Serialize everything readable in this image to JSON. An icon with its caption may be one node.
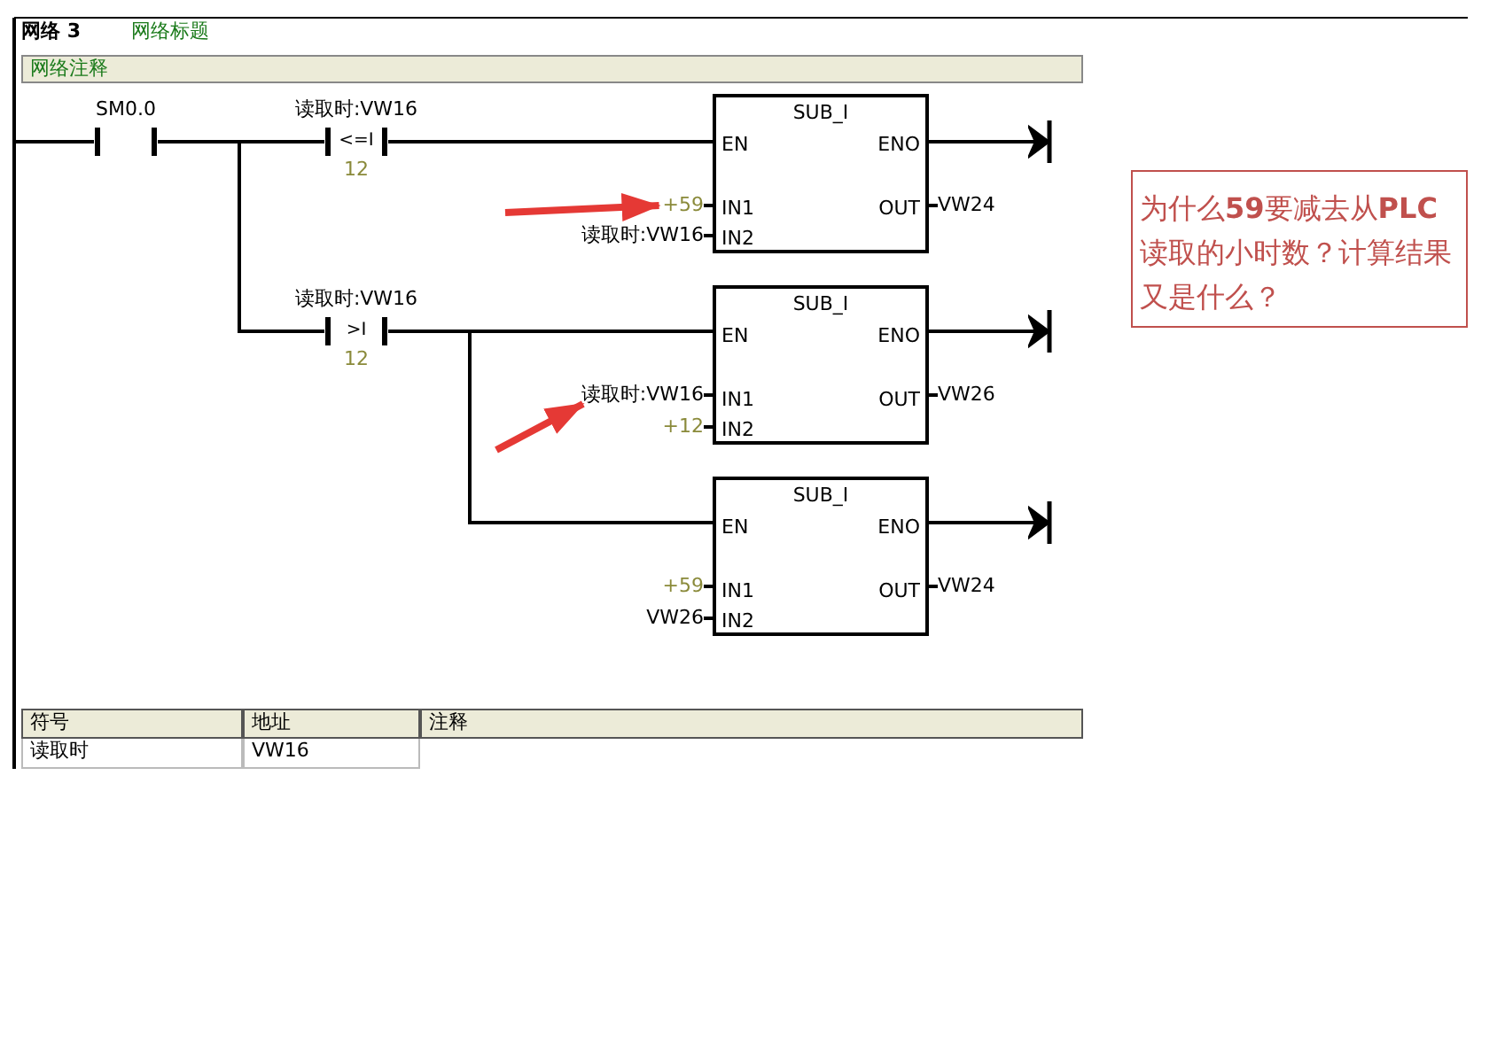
{
  "diagram": {
    "nodes": [
      {
        "text": [],
        "shape": "bar"
      },
      {
        "text": [
          "SM0.0"
        ]
      },
      {
        "text": [
          "读取时:VW16",
          "<=I",
          "12"
        ]
      },
      {
        "text": [
          "读取时:VW16",
          ">I",
          "12"
        ]
      },
      {
        "text": [
          "SUB_I",
          "EN",
          "ENO",
          "IN1",
          "OUT",
          "IN2"
        ]
      },
      {
        "text": [
          "+59"
        ]
      },
      {
        "text": [
          "读取时:VW16"
        ]
      },
      {
        "text": [
          "VW24"
        ]
      },
      {
        "text": [
          "SUB_I",
          "EN",
          "ENO",
          "IN1",
          "OUT",
          "IN2"
        ]
      },
      {
        "text": [
          "读取时:VW16"
        ]
      },
      {
        "text": [
          "+12"
        ]
      },
      {
        "text": [
          "VW26"
        ]
      },
      {
        "text": [
          "SUB_I",
          "EN",
          "ENO",
          "IN1",
          "OUT",
          "IN2"
        ]
      },
      {
        "text": [
          "+59"
        ]
      },
      {
        "text": [
          "VW26"
        ]
      },
      {
        "text": [
          "VW24"
        ]
      },
      {
        "text": [
          "为什么**59**要减去从**PLC**读取的小时数？计算结果又是什么？"
        ]
      }
    ],
    "edges": [
      {
        "from": 0,
        "to": 1,
        "arrow": "none"
      },
      {
        "from": 1,
        "to": 2,
        "arrow": "none"
      },
      {
        "from": 1,
        "to": 3,
        "arrow": "none"
      },
      {
        "from": 2,
        "to": 4,
        "arrow": "none"
      },
      {
        "from": 3,
        "to": 8,
        "arrow": "none"
      },
      {
        "from": 3,
        "to": 12,
        "arrow": "none"
      },
      {
        "from": 5,
        "to": 4,
        "arrow": "none"
      },
      {
        "from": 6,
        "to": 4,
        "arrow": "none"
      },
      {
        "from": 4,
        "to": 7,
        "arrow": "none"
      },
      {
        "from": 4,
        "to": null,
        "arrow": "to"
      },
      {
        "from": 9,
        "to": 8,
        "arrow": "none"
      },
      {
        "from": 10,
        "to": 8,
        "arrow": "none"
      },
      {
        "from": 8,
        "to": 11,
        "arrow": "none"
      },
      {
        "from": 8,
        "to": null,
        "arrow": "to"
      },
      {
        "from": 13,
        "to": 12,
        "arrow": "none"
      },
      {
        "from": 14,
        "to": 12,
        "arrow": "none"
      },
      {
        "from": 12,
        "to": 15,
        "arrow": "none"
      },
      {
        "from": 12,
        "to": null,
        "arrow": "to"
      },
      {
        "from": null,
        "to": 5,
        "arrow": "to",
        "style": "thick",
        "color": "#e53935"
      },
      {
        "from": null,
        "to": 9,
        "arrow": "to",
        "style": "thick",
        "color": "#e53935"
      }
    ],
    "labels": [
      "网络 3",
      "网络标题",
      "网络注释",
      "符号",
      "地址",
      "注释",
      "读取时",
      "VW16"
    ]
  }
}
